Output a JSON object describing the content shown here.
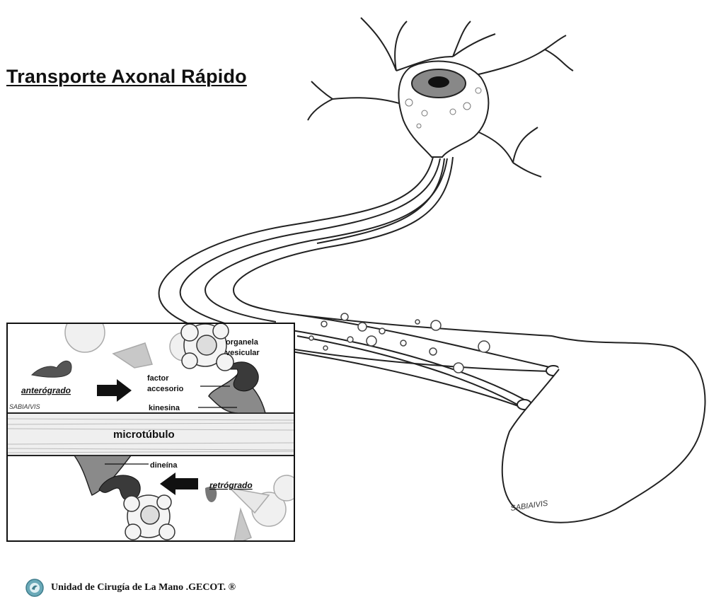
{
  "title": "Transporte Axonal Rápido",
  "labels": {
    "organela_line1": "organela",
    "organela_line2": "vesicular",
    "factor_line1": "factor",
    "factor_line2": "accesorio",
    "kinesina": "kinesina",
    "microtubulo": "microtúbulo",
    "dineina": "dineína",
    "anterogrado": "anterógrado",
    "retrogrado": "retrógrado"
  },
  "signatures": {
    "inset": "SABIAIVIS",
    "terminal": "SABIAIVIS"
  },
  "footer": {
    "text": "Unidad de Cirugía de La Mano .GECOT. ®",
    "logo_icon": "gecot-logo-icon"
  }
}
